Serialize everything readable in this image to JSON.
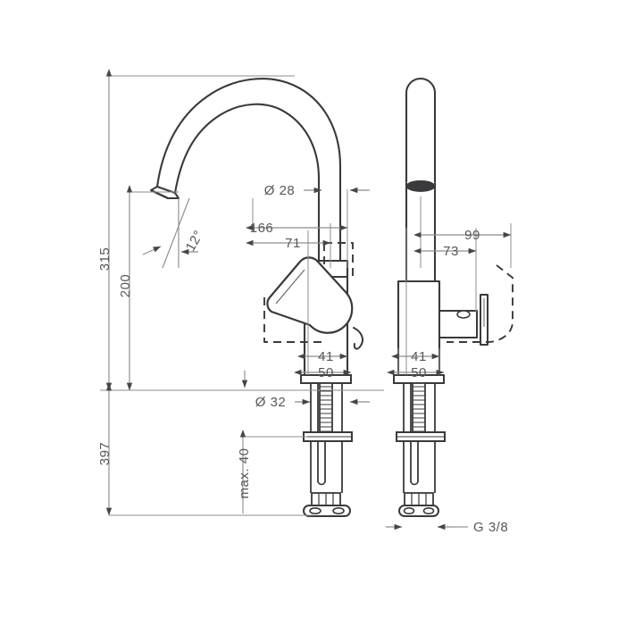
{
  "drawing": {
    "type": "technical-product-drawing",
    "subject": "single-lever basin mixer faucet",
    "views": [
      "side-elevation",
      "front-elevation"
    ],
    "background_color": "#ffffff",
    "line_color": "#3a3a3c",
    "thin_line_color": "#6e6e70",
    "dim_line_color": "#87878a",
    "text_color": "#58585a",
    "units": "mm"
  },
  "dimensions": {
    "height_overall": "315",
    "height_spout_outlet": "200",
    "height_total_with_shank": "397",
    "spout_reach": "166",
    "body_to_spout_center": "71",
    "spout_diameter": "Ø 28",
    "base_hole_diameter": "Ø 32",
    "body_width_upper": "41",
    "body_width_lower": "50",
    "lever_angle": "12°",
    "max_counter_thickness": "max. 40",
    "front_depth_overall": "99",
    "front_depth_lever": "73",
    "front_body_width_upper": "41",
    "front_body_width_lower": "50",
    "supply_thread": "G 3/8"
  },
  "labels": [
    {
      "id": "dim-315",
      "text": "315",
      "orientation": "vertical"
    },
    {
      "id": "dim-200",
      "text": "200",
      "orientation": "vertical"
    },
    {
      "id": "dim-397",
      "text": "397",
      "orientation": "vertical"
    },
    {
      "id": "dim-166",
      "text": "166",
      "orientation": "horizontal"
    },
    {
      "id": "dim-71",
      "text": "71",
      "orientation": "horizontal"
    },
    {
      "id": "dim-d28",
      "text": "Ø 28",
      "orientation": "horizontal"
    },
    {
      "id": "dim-d32",
      "text": "Ø 32",
      "orientation": "horizontal"
    },
    {
      "id": "dim-12deg",
      "text": "12°",
      "orientation": "rotated"
    },
    {
      "id": "dim-max40",
      "text": "max. 40",
      "orientation": "vertical"
    },
    {
      "id": "dim-41-left",
      "text": "41",
      "orientation": "horizontal"
    },
    {
      "id": "dim-50-left",
      "text": "50",
      "orientation": "horizontal"
    },
    {
      "id": "dim-99",
      "text": "99",
      "orientation": "horizontal"
    },
    {
      "id": "dim-73",
      "text": "73",
      "orientation": "horizontal"
    },
    {
      "id": "dim-41-right",
      "text": "41",
      "orientation": "horizontal"
    },
    {
      "id": "dim-50-right",
      "text": "50",
      "orientation": "horizontal"
    },
    {
      "id": "dim-g38",
      "text": "G 3/8",
      "orientation": "horizontal"
    }
  ]
}
